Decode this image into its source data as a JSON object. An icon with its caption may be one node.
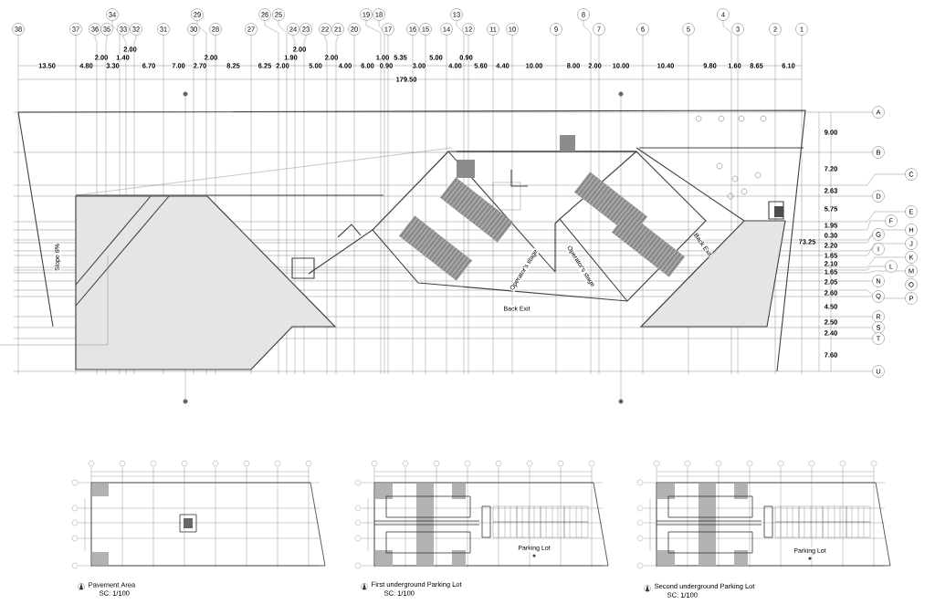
{
  "diagram": {
    "labels": [
      "38",
      "37",
      "36",
      "35",
      "34",
      "33",
      "32",
      "31",
      "30",
      "29",
      "28",
      "27",
      "26",
      "25",
      "24",
      "23",
      "22",
      "21",
      "20",
      "19",
      "18",
      "17",
      "16",
      "15",
      "14",
      "13",
      "12",
      "11",
      "10",
      "9",
      "8",
      "7",
      "6",
      "5",
      "4",
      "3",
      "2",
      "1",
      "13.50",
      "4.80",
      "2.00",
      "3.30",
      "1.40",
      "2.00",
      "6.70",
      "7.00",
      "2.70",
      "2.00",
      "8.25",
      "6.25",
      "2.00",
      "1.90",
      "2.00",
      "5.00",
      "2.00",
      "4.00",
      "6.00",
      "1.00",
      "0.90",
      "5.35",
      "3.00",
      "5.00",
      "4.00",
      "0.90",
      "5.60",
      "4.40",
      "10.00",
      "8.00",
      "2.00",
      "10.00",
      "10.40",
      "9.80",
      "1.60",
      "8.65",
      "6.10",
      "179.50",
      "A",
      "B",
      "C",
      "D",
      "E",
      "F",
      "G",
      "H",
      "I",
      "J",
      "K",
      "L",
      "M",
      "N",
      "O",
      "P",
      "Q",
      "R",
      "S",
      "T",
      "U",
      "9.00",
      "7.20",
      "2.63",
      "5.75",
      "1.95",
      "0.30",
      "2.20",
      "1.65",
      "2.10",
      "1.65",
      "2.05",
      "2.60",
      "4.50",
      "2.50",
      "2.40",
      "7.60",
      "73.25",
      "Slope 8%",
      "Operator's stage",
      "Operator's stage",
      "Back Exit",
      "Back Exit",
      "Parking Lot",
      "Parking Lot",
      "Pavement Area",
      "SC: 1/100",
      "First underground Parking Lot",
      "SC: 1/100",
      "Second underground Parking Lot",
      "SC: 1/100"
    ]
  }
}
